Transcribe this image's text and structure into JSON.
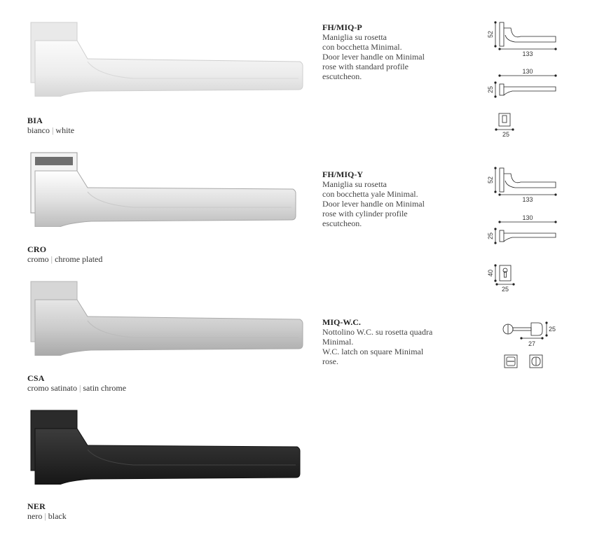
{
  "finishes": [
    {
      "code": "BIA",
      "name_it": "bianco",
      "separator": "|",
      "name_en": "white",
      "color": "#f2f2f2"
    },
    {
      "code": "CRO",
      "name_it": "cromo",
      "separator": "|",
      "name_en": "chrome plated",
      "color": "#e8e8e8"
    },
    {
      "code": "CSA",
      "name_it": "cromo satinato",
      "separator": "|",
      "name_en": "satin chrome",
      "color": "#c9c9c9"
    },
    {
      "code": "NER",
      "name_it": "nero",
      "separator": "|",
      "name_en": "black",
      "color": "#2a2a2a"
    }
  ],
  "products": [
    {
      "code": "FH/MIQ-P",
      "lines": [
        "Maniglia su rosetta",
        "con bocchetta Minimal.",
        "Door lever handle on Minimal",
        "rose with standard profile",
        "escutcheon."
      ]
    },
    {
      "code": "FH/MIQ-Y",
      "lines": [
        "Maniglia su rosetta",
        "con bocchetta yale Minimal.",
        "Door lever handle on Minimal",
        "rose with cylinder profile",
        "escutcheon."
      ]
    },
    {
      "code": "MIQ-W.C.",
      "lines": [
        "Nottolino W.C. su rosetta quadra",
        "Minimal.",
        "W.C. latch on square Minimal",
        "rose."
      ]
    }
  ],
  "diagrams": {
    "p": {
      "height": "52",
      "length": "133",
      "top_length": "130",
      "rose": "25",
      "escutcheon_width": "25"
    },
    "y": {
      "height": "52",
      "length": "133",
      "top_length": "130",
      "rose": "25",
      "escutcheon_height": "40",
      "escutcheon_width": "25"
    },
    "wc": {
      "height": "25",
      "width": "27"
    }
  }
}
